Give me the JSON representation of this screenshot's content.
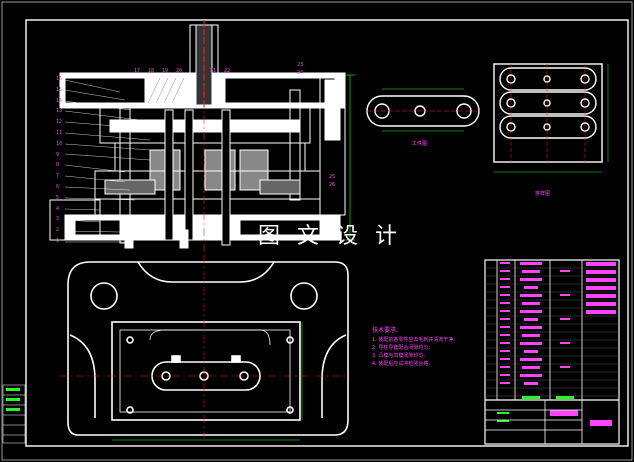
{
  "watermark": "图 文 设 计",
  "notes": {
    "title": "技术要求:",
    "lines": [
      "1. 装配前各零件应去毛刺并清洗干净;",
      "2. 导柱导套配合间隙均匀;",
      "3. 凸模与凹模间隙均匀;",
      "4. 装配后应试冲检验合格."
    ]
  },
  "view_labels": {
    "part_view": "工件图",
    "layout_view": "排样图"
  },
  "part_numbers_left": [
    "16",
    "15",
    "14",
    "13",
    "12",
    "11",
    "10",
    "9",
    "8",
    "7",
    "6",
    "5",
    "4",
    "3",
    "2",
    "1"
  ],
  "part_numbers_top": [
    "17",
    "18",
    "19",
    "20",
    "21",
    "22"
  ],
  "part_numbers_right": [
    "23",
    "24",
    "25",
    "26"
  ],
  "colors": {
    "outline": "#ffffff",
    "red": "#ff2020",
    "magenta": "#ff44ff",
    "green": "#22ff22",
    "yellow": "#ffff00",
    "cyan": "#00ffff"
  }
}
